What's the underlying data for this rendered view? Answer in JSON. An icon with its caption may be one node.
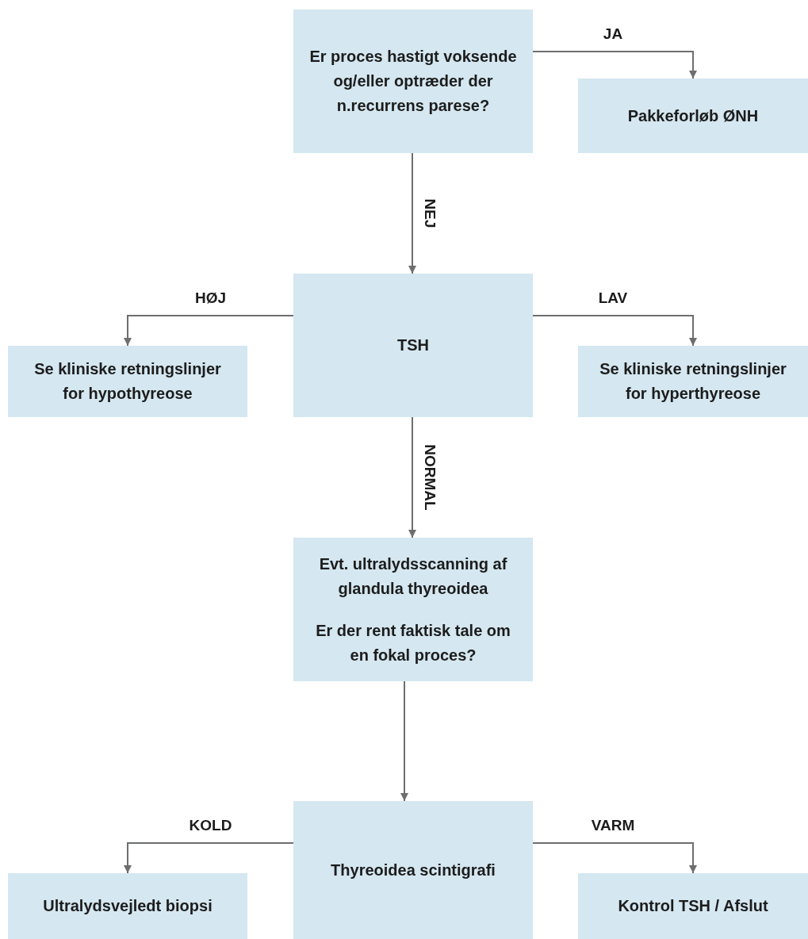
{
  "diagram": {
    "nodes": [
      {
        "text": [
          "Er proces hastigt voksende og/eller optræder der n.recurrens parese?"
        ]
      },
      {
        "text": [
          "Pakkeforløb ØNH"
        ]
      },
      {
        "text": [
          "TSH"
        ]
      },
      {
        "text": [
          "Se kliniske retningslinjer for hypothyreose"
        ]
      },
      {
        "text": [
          "Se kliniske retningslinjer for hyperthyreose"
        ]
      },
      {
        "text": [
          "Evt. ultralydsscanning af glandula thyreoidea",
          "Er der rent faktisk tale om en fokal proces?"
        ]
      },
      {
        "text": [
          "Thyreoidea scintigrafi"
        ]
      },
      {
        "text": [
          "Ultralydsvejledt biopsi"
        ]
      },
      {
        "text": [
          "Kontrol TSH / Afslut"
        ]
      }
    ],
    "edges": [
      {
        "from": 0,
        "to": 1,
        "arrow": "to",
        "label": "JA"
      },
      {
        "from": 0,
        "to": 2,
        "arrow": "to",
        "label": "NEJ"
      },
      {
        "from": 2,
        "to": 3,
        "arrow": "to",
        "label": "HØJ"
      },
      {
        "from": 2,
        "to": 4,
        "arrow": "to",
        "label": "LAV"
      },
      {
        "from": 2,
        "to": 5,
        "arrow": "to",
        "label": "NORMAL"
      },
      {
        "from": 5,
        "to": 6,
        "arrow": "to"
      },
      {
        "from": 6,
        "to": 7,
        "arrow": "to",
        "label": "KOLD"
      },
      {
        "from": 6,
        "to": 8,
        "arrow": "to",
        "label": "VARM"
      }
    ]
  }
}
